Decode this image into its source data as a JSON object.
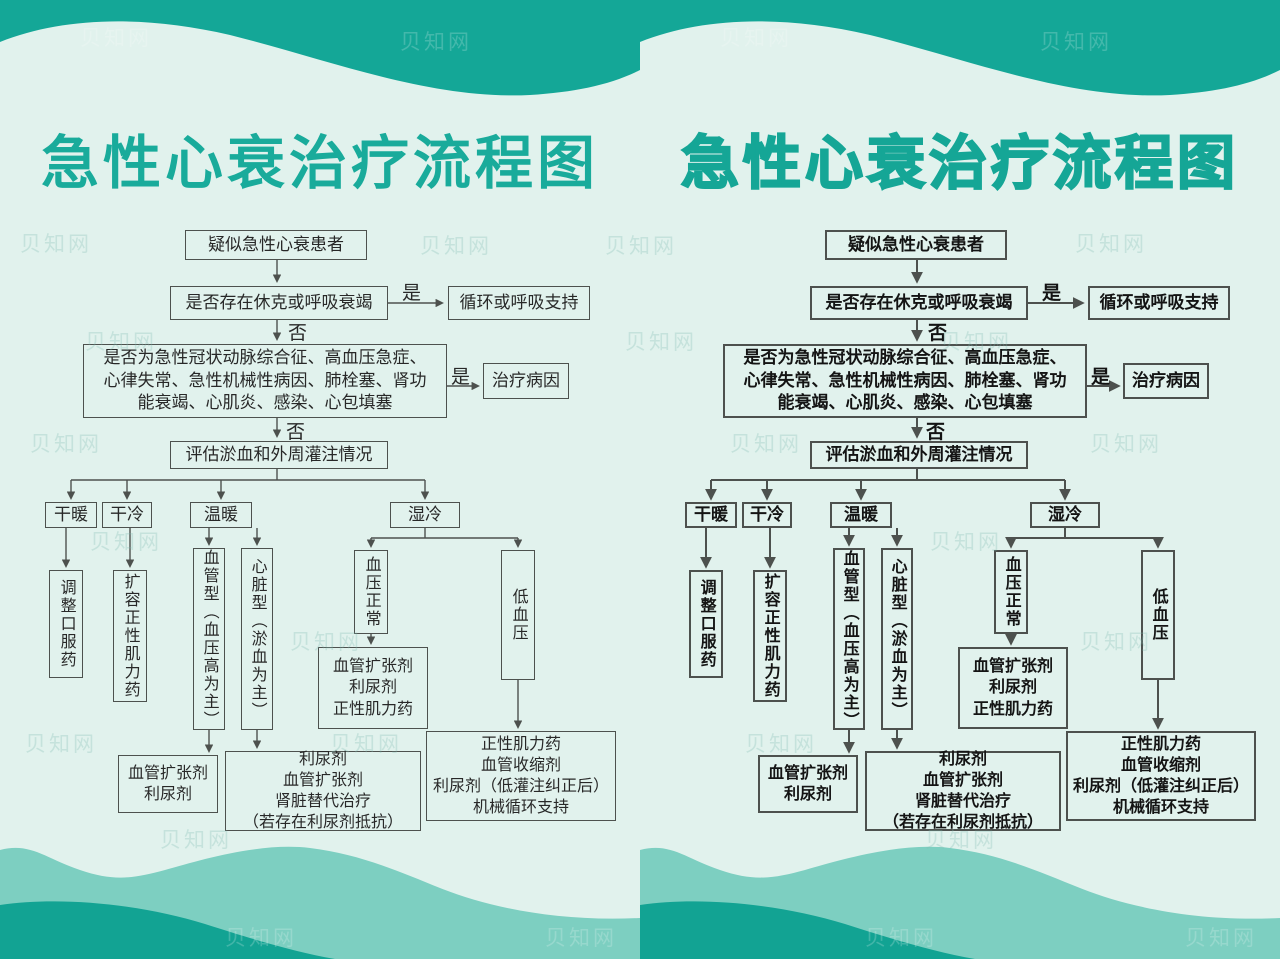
{
  "page": {
    "watermark": "贝知网",
    "colors": {
      "background": "#e1f2ed",
      "teal_band": "#14a797",
      "wave_medium": "#7dcfc1",
      "wave_dark": "#12a393",
      "title_teal": "#19ab9b",
      "line_gray": "#4d514e"
    }
  },
  "title": "急性心衰治疗流程图",
  "flow": {
    "start": "疑似急性心衰患者",
    "shock_question": "是否存在休克或呼吸衰竭",
    "yes": "是",
    "no": "否",
    "support": "循环或呼吸支持",
    "etiology_question": {
      "line1": "是否为急性冠状动脉综合征、高血压急症、",
      "line2": "心律失常、急性机械性病因、肺栓塞、肾功",
      "line3": "能衰竭、心肌炎、感染、心包填塞"
    },
    "treat_cause": "治疗病因",
    "assess": "评估淤血和外周灌注情况",
    "branches": {
      "dry_warm": "干暖",
      "dry_cold": "干冷",
      "warm": "温暖",
      "wet_cold": "湿冷"
    },
    "adjust_oral": "调整口服药",
    "volume_inotrope": "扩容正性肌力药",
    "vascular_type": "血管型（血压高为主）",
    "cardiac_type": "心脏型（淤血为主）",
    "bp_normal": "血压正常",
    "bp_low": "低血压",
    "mid_treatment": {
      "line1": "血管扩张剂",
      "line2": "利尿剂",
      "line3": "正性肌力药"
    },
    "vaso_treatment": {
      "line1": "血管扩张剂",
      "line2": "利尿剂"
    },
    "diuretic_treatment": {
      "line1": "利尿剂",
      "line2": "血管扩张剂",
      "line3": "肾脏替代治疗",
      "line4": "（若存在利尿剂抵抗）"
    },
    "inotrope_treatment": {
      "line1": "正性肌力药",
      "line2": "血管收缩剂",
      "line3": "利尿剂（低灌注纠正后）",
      "line4": "机械循环支持"
    }
  }
}
